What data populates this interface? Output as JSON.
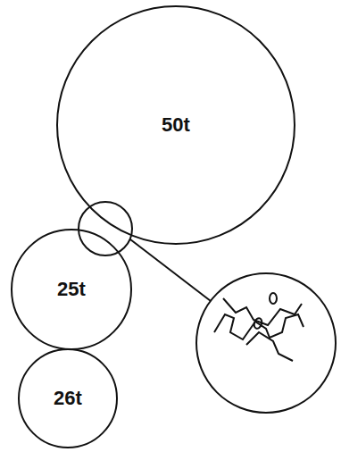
{
  "diagram": {
    "nodes": [
      {
        "text": [
          "50t"
        ]
      },
      {
        "text": [
          "25t"
        ]
      },
      {
        "text": [
          "26t"
        ]
      }
    ]
  }
}
